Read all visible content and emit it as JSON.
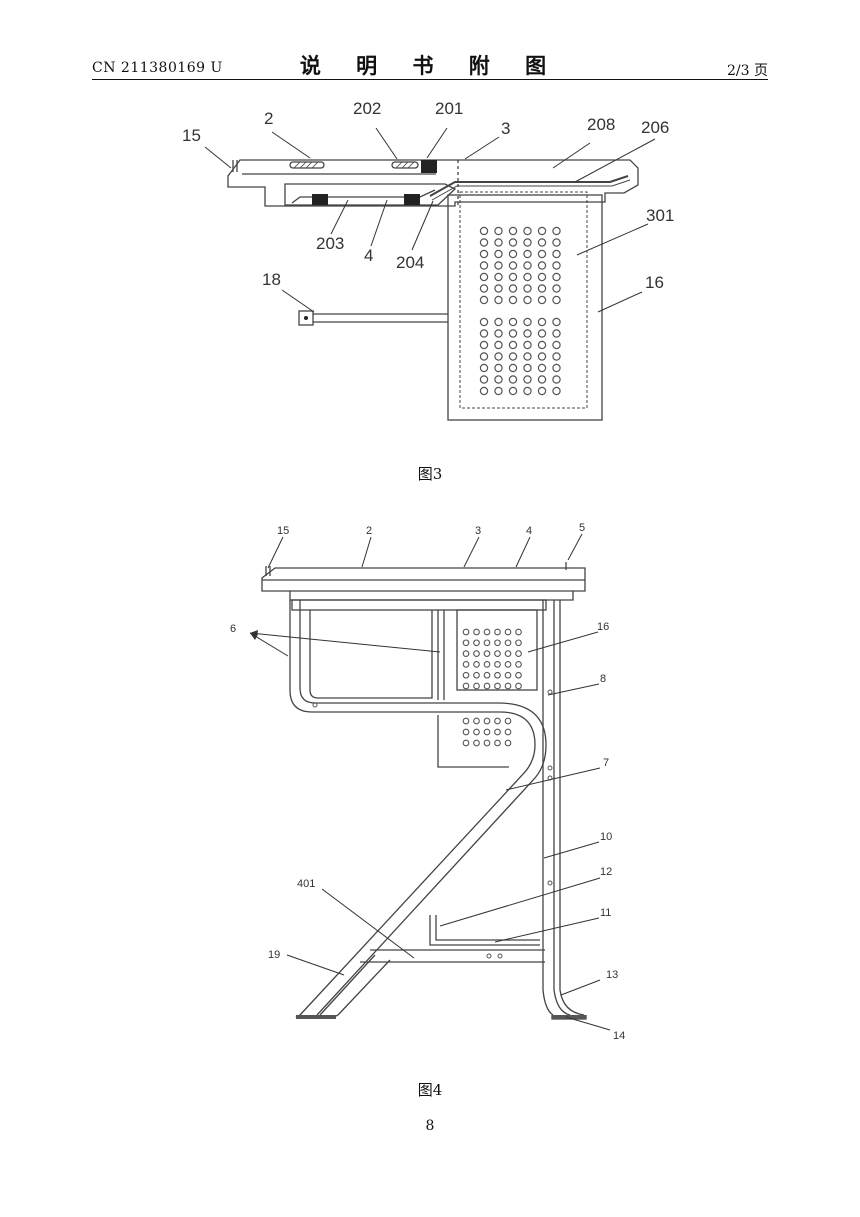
{
  "header": {
    "doc_number": "CN 211380169 U",
    "title": "说  明  书  附  图",
    "page_of": "2/3 页"
  },
  "figure3": {
    "caption": "图3",
    "labels": [
      "15",
      "2",
      "202",
      "201",
      "3",
      "208",
      "206",
      "301",
      "203",
      "4",
      "204",
      "18",
      "16"
    ]
  },
  "figure4": {
    "caption": "图4",
    "labels": [
      "15",
      "2",
      "3",
      "4",
      "5",
      "6",
      "16",
      "8",
      "7",
      "10",
      "12",
      "401",
      "11",
      "19",
      "13",
      "14"
    ]
  },
  "footer": {
    "page_number": "8"
  }
}
